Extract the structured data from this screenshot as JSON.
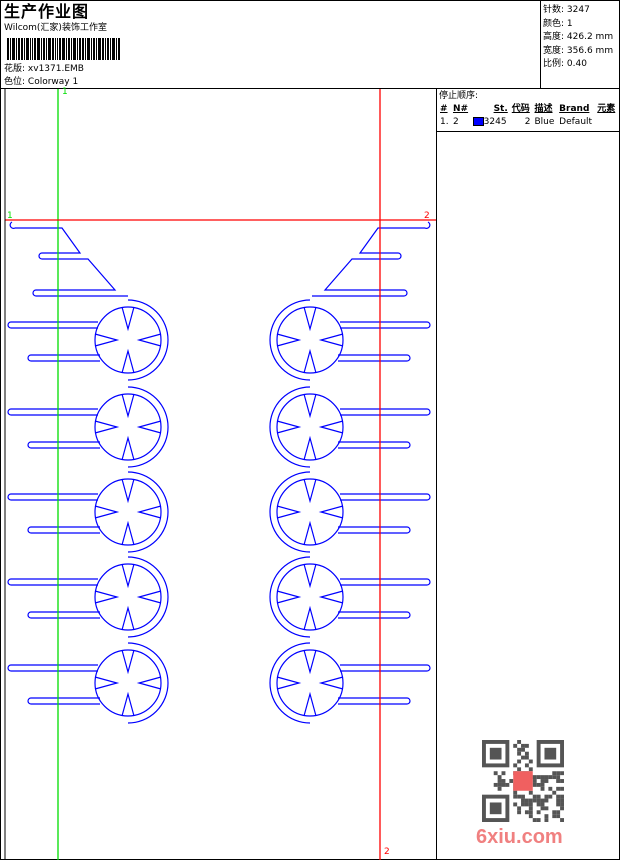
{
  "header": {
    "title": "生产作业图",
    "company": "Wilcom(汇家)装饰工作室",
    "design_label": "花版:",
    "design_value": "xv1371.EMB",
    "colorway_label": "色位:",
    "colorway_value": "Colorway 1"
  },
  "stats": [
    {
      "label": "针数:",
      "value": "3247"
    },
    {
      "label": "颜色:",
      "value": "1"
    },
    {
      "label": "高度:",
      "value": "426.2 mm"
    },
    {
      "label": "宽度:",
      "value": "356.6 mm"
    },
    {
      "label": "比例:",
      "value": "0.40"
    }
  ],
  "stop_sequence": {
    "caption": "停止顺序:",
    "columns": [
      "#",
      "N#",
      "St.",
      "代码",
      "描述",
      "Brand",
      "元素"
    ],
    "rows": [
      {
        "index": "1.",
        "needle": "2",
        "color": "#0000ff",
        "stitches": "3245",
        "code": "2",
        "description": "Blue",
        "brand": "Default",
        "element": ""
      }
    ]
  },
  "guides": {
    "green_top": "1",
    "green_left": "1",
    "red_right": "2",
    "red_bottom": "2"
  },
  "colors": {
    "thread": "#0000ff",
    "guide_green": "#00dd00",
    "guide_red": "#ff0000"
  },
  "watermark": "6xiu.com"
}
